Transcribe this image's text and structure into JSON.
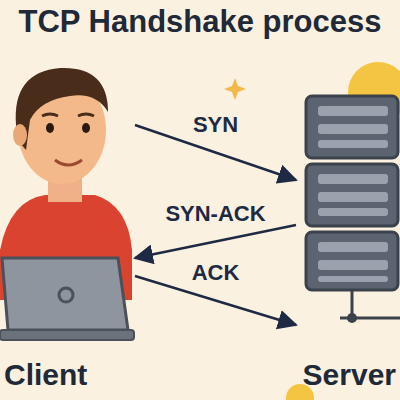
{
  "diagram": {
    "title": "TCP Handshake process",
    "nodes": [
      {
        "text": [
          "Client"
        ]
      },
      {
        "text": [
          "Server"
        ]
      }
    ],
    "edges": [
      {
        "from": 0,
        "to": 1,
        "label": "SYN",
        "arrow": "to"
      },
      {
        "from": 1,
        "to": 0,
        "label": "SYN-ACK",
        "arrow": "to"
      },
      {
        "from": 0,
        "to": 1,
        "label": "ACK",
        "arrow": "to"
      }
    ]
  }
}
